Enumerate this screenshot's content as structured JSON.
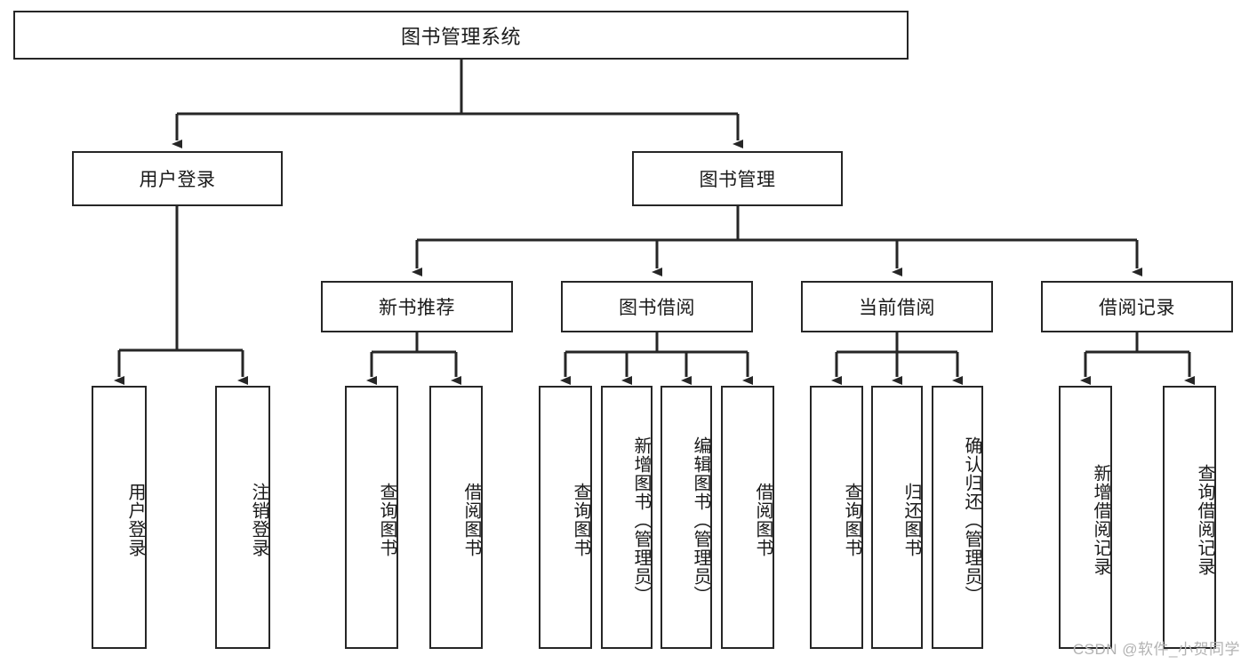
{
  "diagram": {
    "title": "图书管理系统",
    "type": "tree-hierarchy-chart",
    "root": {
      "label": "图书管理系统"
    },
    "level2": [
      {
        "label": "用户登录"
      },
      {
        "label": "图书管理"
      }
    ],
    "level3": [
      {
        "label": "新书推荐"
      },
      {
        "label": "图书借阅"
      },
      {
        "label": "当前借阅"
      },
      {
        "label": "借阅记录"
      }
    ],
    "leaves": [
      {
        "label": "用户登录"
      },
      {
        "label": "注销登录"
      },
      {
        "label": "查询图书"
      },
      {
        "label": "借阅图书"
      },
      {
        "label": "查询图书"
      },
      {
        "label": "新增图书（管理员）"
      },
      {
        "label": "编辑图书（管理员）"
      },
      {
        "label": "借阅图书"
      },
      {
        "label": "查询图书"
      },
      {
        "label": "归还图书"
      },
      {
        "label": "确认归还（管理员）"
      },
      {
        "label": "新增借阅记录"
      },
      {
        "label": "查询借阅记录"
      }
    ]
  },
  "watermark": {
    "text": "CSDN @软件_小贺同学"
  },
  "colors": {
    "stroke": "#262626",
    "background": "#ffffff",
    "text": "#1a1a1a",
    "watermark": "#b3b3b3"
  }
}
